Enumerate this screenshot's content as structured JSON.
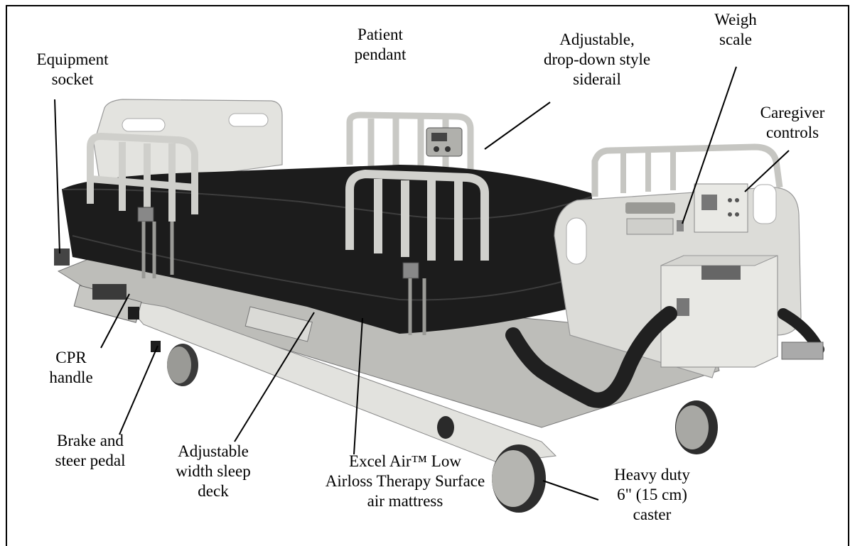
{
  "colors": {
    "frame": "#000000",
    "bed_frame": "#d6d6d2",
    "bed_shadow": "#9b9b98",
    "mattress": "#1c1c1c",
    "base_dark": "#2a2a2a",
    "leader_line": "#000000"
  },
  "labels": {
    "equipment_socket": [
      "Equipment",
      "socket"
    ],
    "patient_pendant": [
      "Patient",
      "pendant"
    ],
    "siderail": [
      "Adjustable,",
      "drop-down style",
      "siderail"
    ],
    "weigh_scale": [
      "Weigh",
      "scale"
    ],
    "caregiver_controls": [
      "Caregiver",
      "controls"
    ],
    "cpr_handle": [
      "CPR",
      "handle"
    ],
    "brake_pedal": [
      "Brake and",
      "steer pedal"
    ],
    "sleep_deck": [
      "Adjustable",
      "width sleep",
      "deck"
    ],
    "mattress": [
      "Excel Air™ Low",
      "Airloss Therapy Surface",
      "air mattress"
    ],
    "caster": [
      "Heavy duty",
      "6\" (15 cm)",
      "caster"
    ]
  },
  "icons": {
    "bed": "hospital-bed-illustration"
  }
}
